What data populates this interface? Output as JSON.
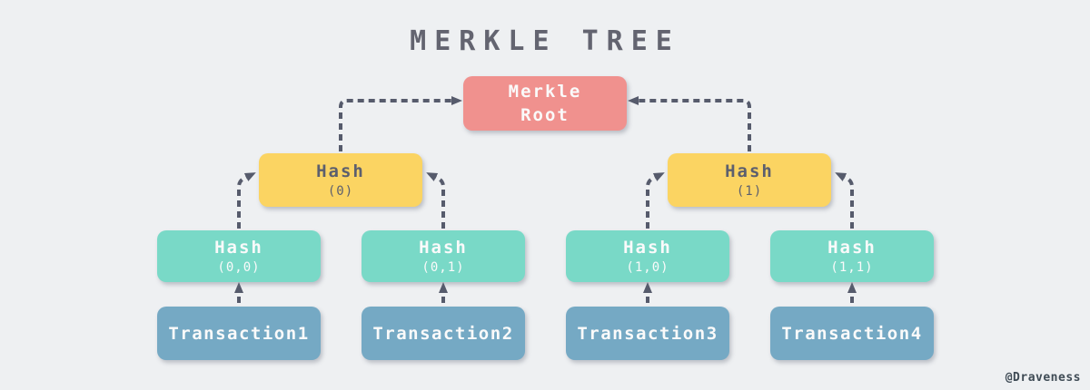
{
  "title": "MERKLE TREE",
  "watermark": "@Draveness",
  "colors": {
    "background": "#eef0f2",
    "root_node": "#f0918e",
    "branch_node": "#fbd462",
    "leaf_node": "#79d9c7",
    "transaction_node": "#75a9c4",
    "connector": "#565b6c",
    "title_text": "#636470",
    "dark_text": "#5c5f6e",
    "light_text": "#fafafa"
  },
  "tree": {
    "root": {
      "line1": "Merkle",
      "line2": "Root"
    },
    "level1": [
      {
        "title": "Hash",
        "sub": "(0)"
      },
      {
        "title": "Hash",
        "sub": "(1)"
      }
    ],
    "level2": [
      {
        "title": "Hash",
        "sub": "(0,0)"
      },
      {
        "title": "Hash",
        "sub": "(0,1)"
      },
      {
        "title": "Hash",
        "sub": "(1,0)"
      },
      {
        "title": "Hash",
        "sub": "(1,1)"
      }
    ],
    "transactions": [
      {
        "label": "Transaction1"
      },
      {
        "label": "Transaction2"
      },
      {
        "label": "Transaction3"
      },
      {
        "label": "Transaction4"
      }
    ]
  }
}
